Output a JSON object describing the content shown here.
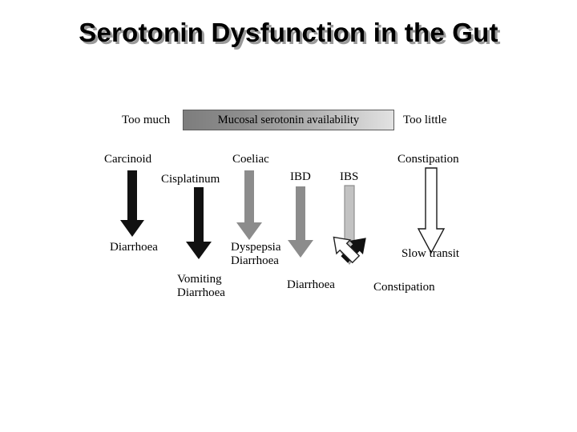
{
  "slide": {
    "title": "Serotonin Dysfunction in the Gut",
    "background_color": "#ffffff",
    "title_color": "#000000",
    "title_shadow_color": "#9a9a9a"
  },
  "scale_bar": {
    "left_label": "Too much",
    "right_label": "Too little",
    "bar_label": "Mucosal serotonin availability",
    "gradient_from": "#7d7d7d",
    "gradient_to": "#e2e2e2"
  },
  "columns": [
    {
      "id": "carcinoid",
      "cause": "Carcinoid",
      "effect": "Diarrhoea",
      "arrow_color": "#111111",
      "arrow_style": "filled"
    },
    {
      "id": "cisplatinum",
      "cause": "Cisplatinum",
      "effect": "Vomiting\nDiarrhoea",
      "effect_lines": [
        "Vomiting",
        "Diarrhoea"
      ],
      "arrow_color": "#111111",
      "arrow_style": "filled"
    },
    {
      "id": "coeliac",
      "cause": "Coeliac",
      "effect": "Dyspepsia\nDiarrhoea",
      "effect_lines": [
        "Dyspepsia",
        "Diarrhoea"
      ],
      "arrow_color": "#8c8c8c",
      "arrow_style": "filled"
    },
    {
      "id": "ibd",
      "cause": "IBD",
      "effect": "Diarrhoea",
      "arrow_color": "#8c8c8c",
      "arrow_style": "filled"
    },
    {
      "id": "ibs",
      "cause": "IBS",
      "effect_branches": [
        "Diarrhoea",
        "Constipation"
      ],
      "arrow_color": "#bdbdbd",
      "arrow_style": "filled-outlined",
      "branch_left_color": "#111111",
      "branch_right_color": "#ffffff"
    },
    {
      "id": "constipation",
      "cause": "Constipation",
      "effect": "Slow transit",
      "arrow_color": "#ffffff",
      "arrow_style": "outlined"
    }
  ],
  "labels": {
    "carcinoid_cause": "Carcinoid",
    "carcinoid_effect": "Diarrhoea",
    "cisplatinum_cause": "Cisplatinum",
    "cisplatinum_effect_1": "Vomiting",
    "cisplatinum_effect_2": "Diarrhoea",
    "coeliac_cause": "Coeliac",
    "coeliac_effect_1": "Dyspepsia",
    "coeliac_effect_2": "Diarrhoea",
    "ibd_cause": "IBD",
    "ibd_effect": "Diarrhoea",
    "ibs_cause": "IBS",
    "ibs_effect_left": "Diarrhoea",
    "ibs_effect_right": "Constipation",
    "constipation_cause": "Constipation",
    "constipation_effect": "Slow transit"
  }
}
